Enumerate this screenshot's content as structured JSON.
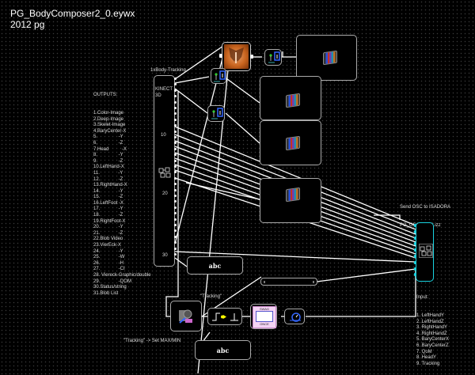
{
  "header": {
    "title": "PG_BodyComposer2_0.eywx",
    "subtitle": "2012 pg"
  },
  "tracking_node": {
    "label": "1xBody-Tracking",
    "device_label": "KINECT 3D",
    "tick_10": "10",
    "tick_20": "20",
    "tick_30": "30",
    "outputs_heading": "OUTPUTS:",
    "outputs": [
      "1.Color-Image",
      "2.Deep-Image",
      "3.Skelet-Image",
      "4.BaryCenter-X",
      "5.                -Y",
      "6.                -Z",
      "7.Head          -X",
      "8.                -Y",
      "9.                -Z",
      "10.LeftHand-X",
      "11.              -Y",
      "12.              -Z",
      "13.RightHand-X",
      "14.              -Y",
      "15.              -Z",
      "16.LeftFoot -X",
      "17.              -Y",
      "18.              -Z",
      "19.RightFoot-X",
      "20.              -Y",
      "21.              -Z",
      "22.Blob Video",
      "23.VierEck-X",
      "24.              -Y",
      "25.              -W",
      "26.              -H",
      "27.              -CI",
      "28. Viereck-Graphic/double",
      "29.              -QOM",
      "30.Status/string",
      "31.Blob List"
    ]
  },
  "osc_node": {
    "label_line1": "Send OSC to ISADORA",
    "label_line2": "PG_OSC2Midi1.izz",
    "inputs_heading": "Input:",
    "inputs": [
      "1. LeftHandY",
      "2. LeftHandZ",
      "3. RightHandY",
      "4. RightHandZ",
      "5. BaryCenterX",
      "6. BaryCenterZ",
      "7. QoM",
      "8. HeadY",
      "9. Tracking"
    ]
  },
  "text_displays": [
    {
      "value": "abc"
    },
    {
      "value": "abc"
    }
  ],
  "annotations": {
    "tracking_quote": "\"Tracking\"",
    "tracking_minmax": "\"Tracking\" -> Set MAX/MIN"
  },
  "swag_node": {
    "top": "SWAG",
    "bottom": "ONCE"
  },
  "colors": {
    "wire": "#ffffff",
    "node_border": "#aaaaaa",
    "osc_accent": "#19d3e0",
    "image_node": "#c8641e"
  },
  "icons": {
    "video_viewer": "tv-color-bars-icon",
    "skeleton_selector": "skeleton-figure-icon",
    "composer": "graph-boxes-icon",
    "trigger": "edge-trigger-icon",
    "timer": "stopwatch-icon"
  }
}
